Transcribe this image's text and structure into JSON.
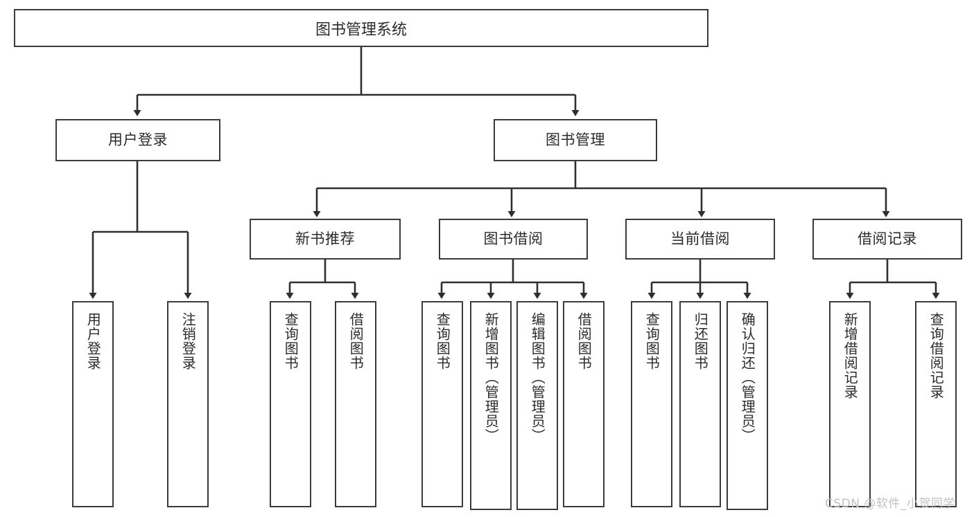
{
  "diagram": {
    "title": "图书管理系统",
    "type": "tree-hierarchy-diagram",
    "colors": {
      "stroke": "#3a3a3a",
      "fill": "#ffffff",
      "text": "#2b2b2b",
      "watermark": "#c2c2c2"
    },
    "root": {
      "label": "图书管理系统"
    },
    "level2": [
      {
        "label": "用户登录"
      },
      {
        "label": "图书管理"
      }
    ],
    "level3": [
      {
        "label": "新书推荐"
      },
      {
        "label": "图书借阅"
      },
      {
        "label": "当前借阅"
      },
      {
        "label": "借阅记录"
      }
    ],
    "leaves": {
      "user_login": [
        {
          "label": "用户登录"
        },
        {
          "label": "注销登录"
        }
      ],
      "new_book_recommend": [
        {
          "label": "查询图书"
        },
        {
          "label": "借阅图书"
        }
      ],
      "book_borrow": [
        {
          "label": "查询图书"
        },
        {
          "label": "新增图书（管理员）"
        },
        {
          "label": "编辑图书（管理员）"
        },
        {
          "label": "借阅图书"
        }
      ],
      "current_borrow": [
        {
          "label": "查询图书"
        },
        {
          "label": "归还图书"
        },
        {
          "label": "确认归还（管理员）"
        }
      ],
      "borrow_record": [
        {
          "label": "新增借阅记录"
        },
        {
          "label": "查询借阅记录"
        }
      ]
    }
  },
  "watermark": {
    "text": "CSDN @软件_小贺同学"
  }
}
